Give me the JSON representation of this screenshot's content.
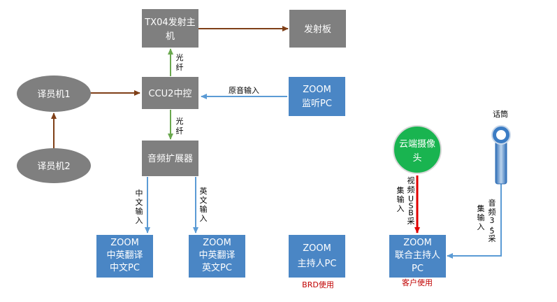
{
  "nodes": {
    "tx04": {
      "line1": "TX04发射主",
      "line2": "机"
    },
    "transmit_board": {
      "label": "发射板"
    },
    "ccu2": {
      "label": "CCU2中控"
    },
    "zoom_monitor": {
      "line1": "ZOOM",
      "line2": "监听PC"
    },
    "interpreter1": {
      "label": "译员机1"
    },
    "interpreter2": {
      "label": "译员机2"
    },
    "audio_expander": {
      "label": "音频扩展器"
    },
    "zoom_cn": {
      "line1": "ZOOM",
      "line2": "中英翻译",
      "line3": "中文PC"
    },
    "zoom_en": {
      "line1": "ZOOM",
      "line2": "中英翻译",
      "line3": "英文PC"
    },
    "zoom_host": {
      "line1": "ZOOM",
      "line2": "主持人PC"
    },
    "zoom_cohost": {
      "line1": "ZOOM",
      "line2": "联合主持人",
      "line3": "PC"
    },
    "cloud_camera": {
      "line1": "云端摄像",
      "line2": "头"
    },
    "microphone": {
      "label": "话筒"
    }
  },
  "edge_labels": {
    "fiber": [
      "光",
      "纤"
    ],
    "original_audio_input": "原音输入",
    "chinese_input": [
      "中",
      "文",
      "输",
      "入"
    ],
    "english_input": [
      "英",
      "文",
      "输",
      "入"
    ],
    "video_usb_capture_col1": [
      "视",
      "频",
      "U",
      "S",
      "B",
      "采"
    ],
    "video_usb_capture_col2": [
      "集",
      "输",
      "入"
    ],
    "audio_35_capture_col1": [
      "音",
      "频",
      "3",
      ".",
      "5",
      "采"
    ],
    "audio_35_capture_col2": [
      "集",
      "输",
      "入"
    ]
  },
  "notes": {
    "brd_use": "BRD使用",
    "client_use": "客户使用"
  },
  "colors": {
    "gray_box": "#7f7f7f",
    "blue_box": "#4a86c5",
    "green_circle": "#19b450",
    "brown_arrow": "#7f3f17",
    "green_arrow": "#6aa84f",
    "blue_arrow": "#5b9bd5",
    "red_arrow": "#e00000",
    "note_red": "#c00000"
  }
}
